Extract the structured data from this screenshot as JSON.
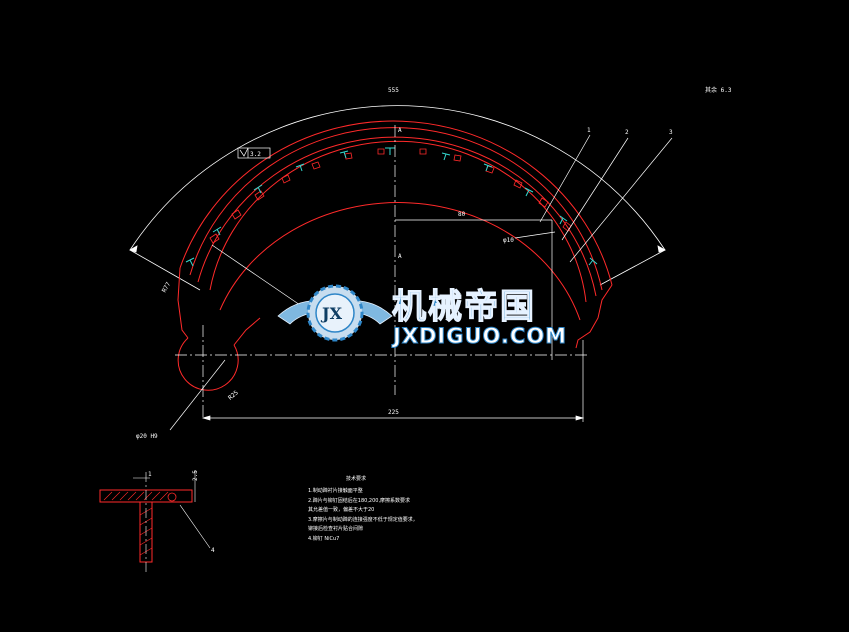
{
  "dimensions": {
    "top_arc": "555",
    "right_top_label": "其余 6.3",
    "roughness": "6.3",
    "left_arc_note": "R77",
    "leaders": [
      "1",
      "2",
      "3",
      "4"
    ],
    "horizontal_80": "80",
    "horizontal_225": "225",
    "vertical_label": "A",
    "center_r": "R25",
    "left_hole_note": "φ20 H9",
    "small_r": "φ10",
    "section_1": "1",
    "section_2": "2.5"
  },
  "surface_finish": "3.2",
  "technical_requirements": {
    "title": "技术要求",
    "lines": [
      "1.制动蹄衬片接触面平整",
      "2.蹄片与铆钉固结后在180,200,摩擦系数要求",
      "  其允差值一致，偏差不大于20",
      "3.摩擦片与制动蹄的连接强度不低于规定值要求，",
      "  铆接后检查衬片贴合间隙",
      "4.铆钉 NiCu7"
    ]
  },
  "watermark": {
    "badge": "JX",
    "title_cn": "机械帝国",
    "title_en": "JXDIGUO.COM"
  },
  "colors": {
    "background": "#000000",
    "part_line": "#ff2a2a",
    "rivet": "#33d9d0",
    "dimension": "#ffffff",
    "brand_blue": "#2e86c8"
  }
}
